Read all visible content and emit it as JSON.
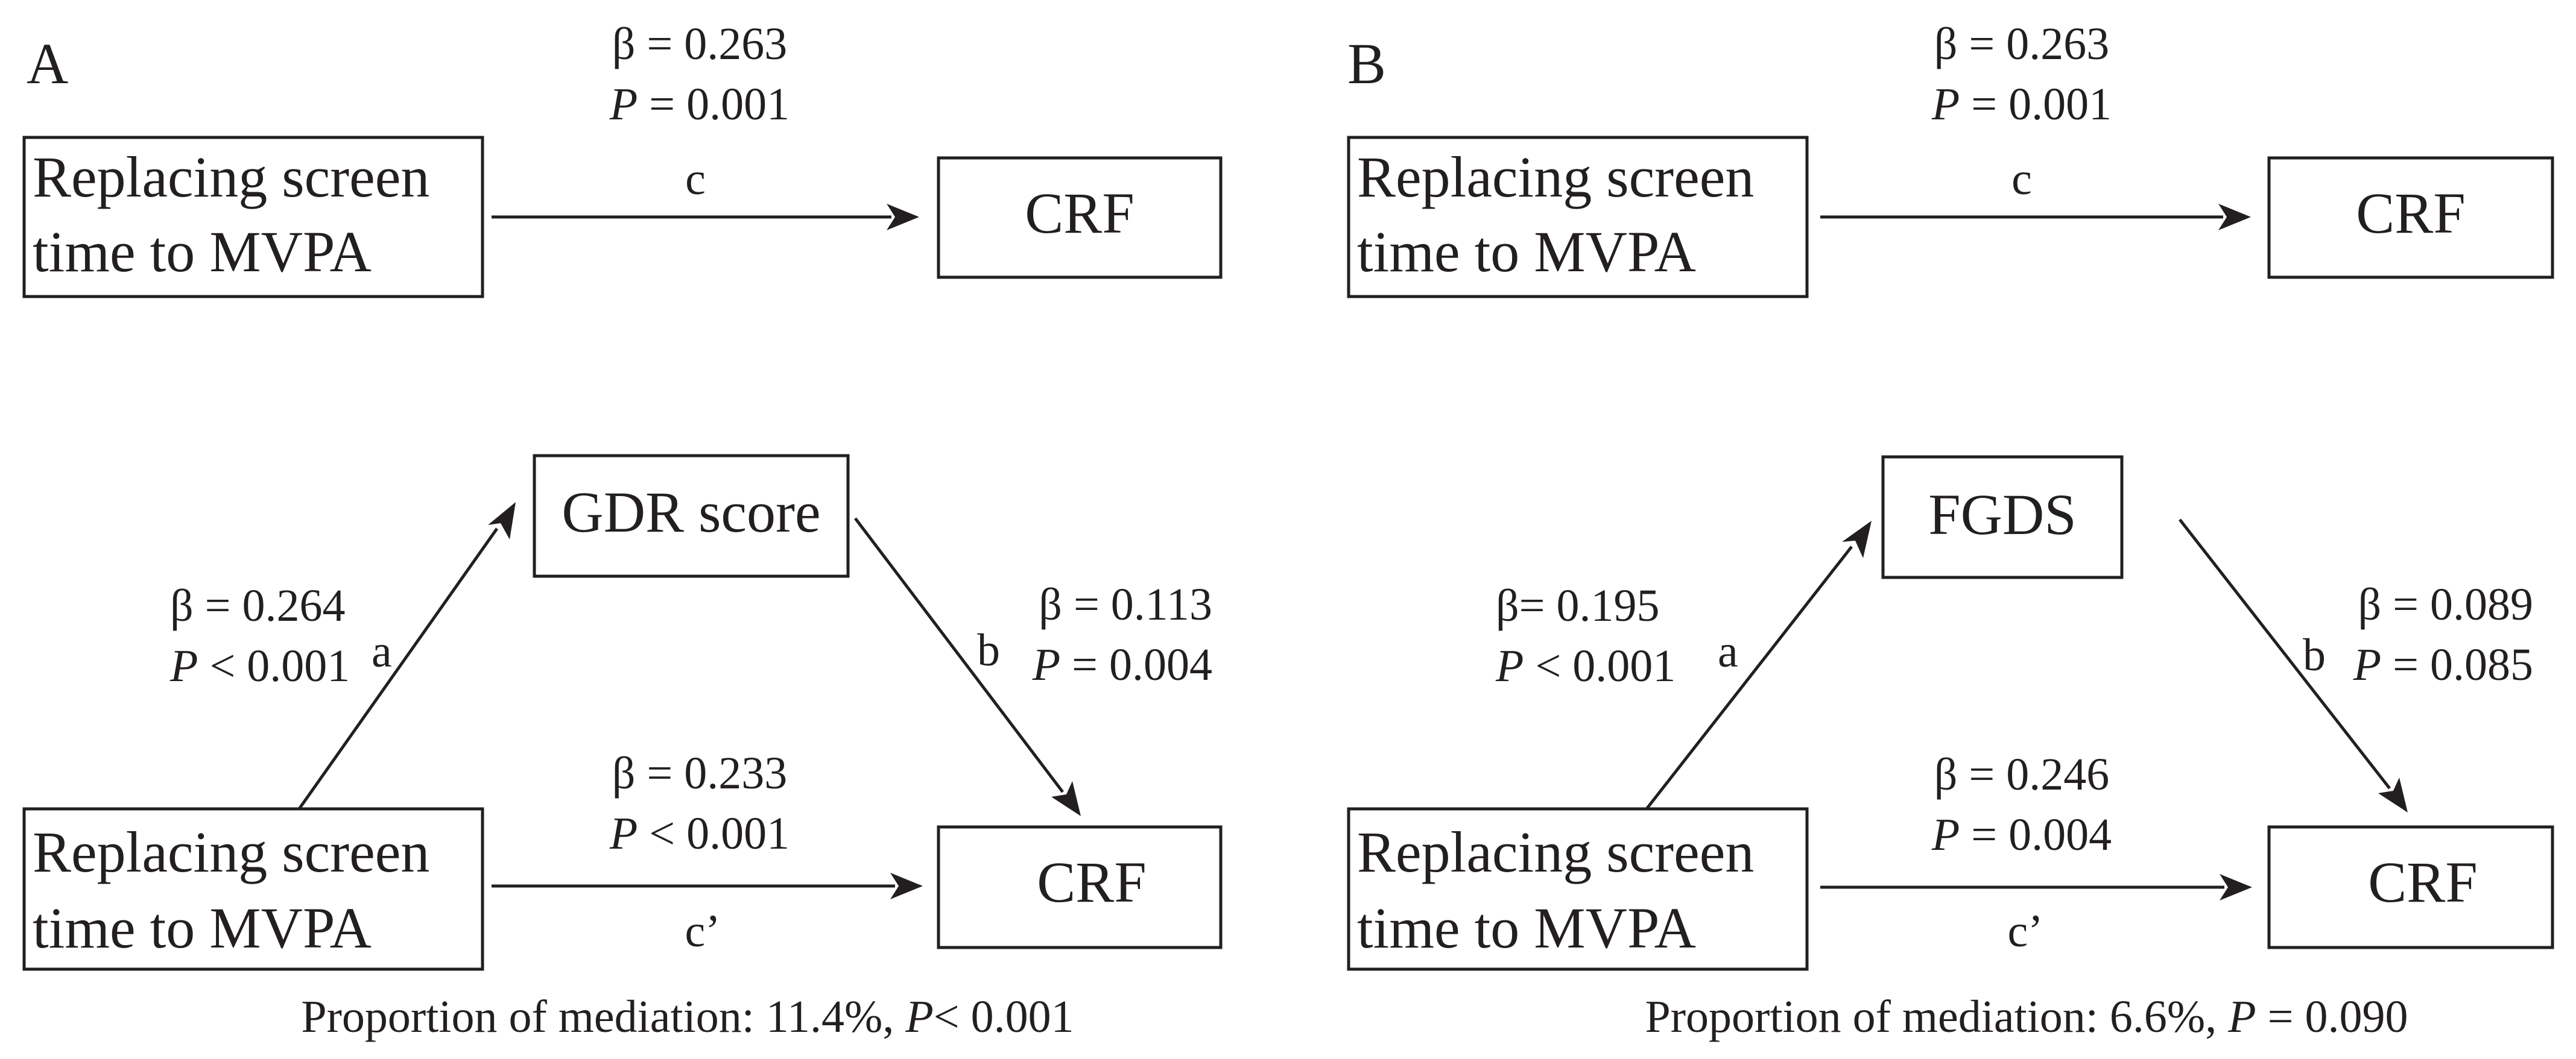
{
  "panel_a": {
    "label": "A",
    "total": {
      "predictor": [
        "Replacing screen",
        "time to MVPA"
      ],
      "outcome": "CRF",
      "path_label": "c",
      "beta": "β = 0.263",
      "p_italic": "P",
      "p_rest": " = 0.001"
    },
    "mediation": {
      "predictor": [
        "Replacing screen",
        "time to MVPA"
      ],
      "mediator": "GDR score",
      "outcome": "CRF",
      "a": {
        "label": "a",
        "beta": "β = 0.264",
        "p_italic": "P",
        "p_rest": " < 0.001"
      },
      "b": {
        "label": "b",
        "beta": "β = 0.113",
        "p_italic": "P",
        "p_rest": " = 0.004"
      },
      "c_prime": {
        "label": "c’",
        "beta": "β = 0.233",
        "p_italic": "P",
        "p_rest": " < 0.001"
      }
    },
    "proportion": {
      "prefix": "Proportion of mediation: 11.4%, ",
      "p_italic": "P",
      "p_rest": "< 0.001"
    }
  },
  "panel_b": {
    "label": "B",
    "total": {
      "predictor": [
        "Replacing screen",
        "time to MVPA"
      ],
      "outcome": "CRF",
      "path_label": "c",
      "beta": "β = 0.263",
      "p_italic": "P",
      "p_rest": " = 0.001"
    },
    "mediation": {
      "predictor": [
        "Replacing screen",
        "time to MVPA"
      ],
      "mediator": "FGDS",
      "outcome": "CRF",
      "a": {
        "label": "a",
        "beta": "β= 0.195",
        "p_italic": "P",
        "p_rest": " < 0.001"
      },
      "b": {
        "label": "b",
        "beta": "β = 0.089",
        "p_italic": "P",
        "p_rest": " = 0.085"
      },
      "c_prime": {
        "label": "c’",
        "beta": "β = 0.246",
        "p_italic": "P",
        "p_rest": " = 0.004"
      }
    },
    "proportion": {
      "prefix": "Proportion of mediation: 6.6%, ",
      "p_italic": "P",
      "p_rest": " = 0.090"
    }
  },
  "colors": {
    "ink": "#231f20",
    "background": "#ffffff"
  }
}
